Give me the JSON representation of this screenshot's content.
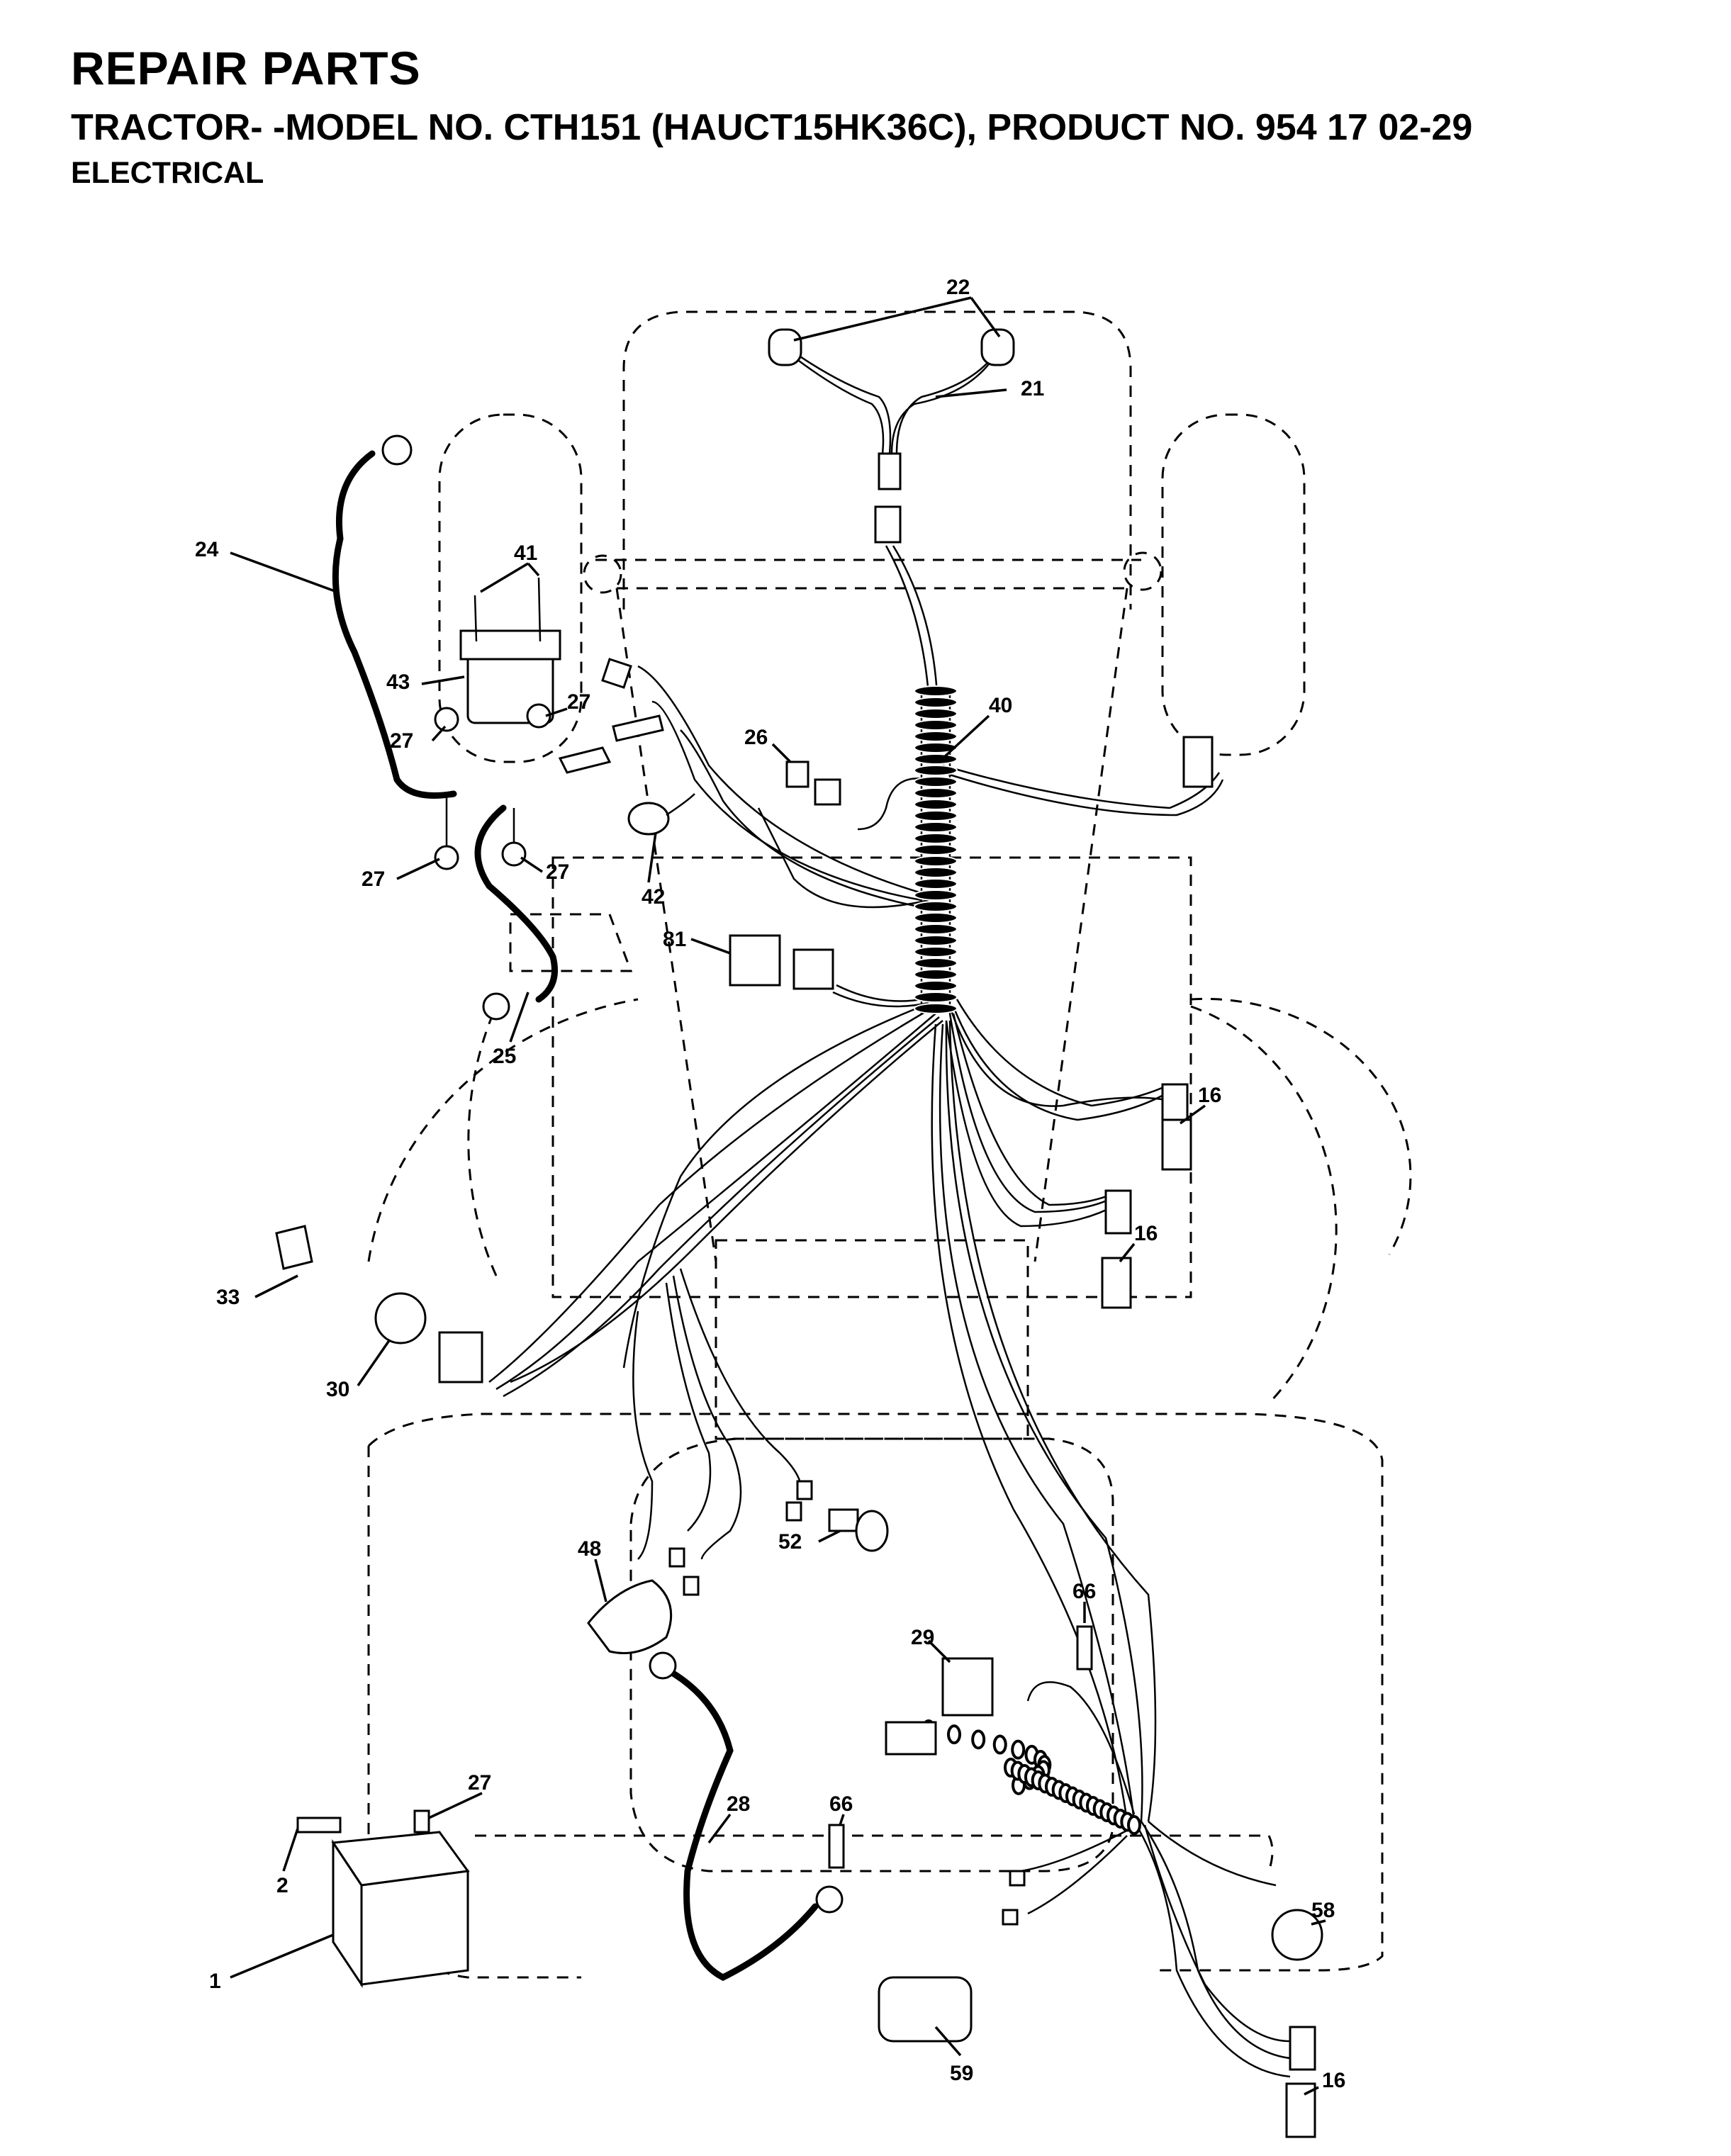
{
  "header": {
    "title": "REPAIR PARTS",
    "subtitle": "TRACTOR- -MODEL NO. CTH151 (HAUCT15HK36C), PRODUCT NO. 954 17 02-29",
    "section": "ELECTRICAL"
  },
  "callouts": {
    "c1": "1",
    "c2": "2",
    "c16a": "16",
    "c16b": "16",
    "c16c": "16",
    "c21": "21",
    "c22": "22",
    "c24": "24",
    "c25": "25",
    "c26": "26",
    "c27a": "27",
    "c27b": "27",
    "c27c": "27",
    "c27d": "27",
    "c27e": "27",
    "c28": "28",
    "c29": "29",
    "c30": "30",
    "c33": "33",
    "c40": "40",
    "c41": "41",
    "c42": "42",
    "c43": "43",
    "c48": "48",
    "c52": "52",
    "c58": "58",
    "c59": "59",
    "c66a": "66",
    "c66b": "66",
    "c81": "81"
  }
}
